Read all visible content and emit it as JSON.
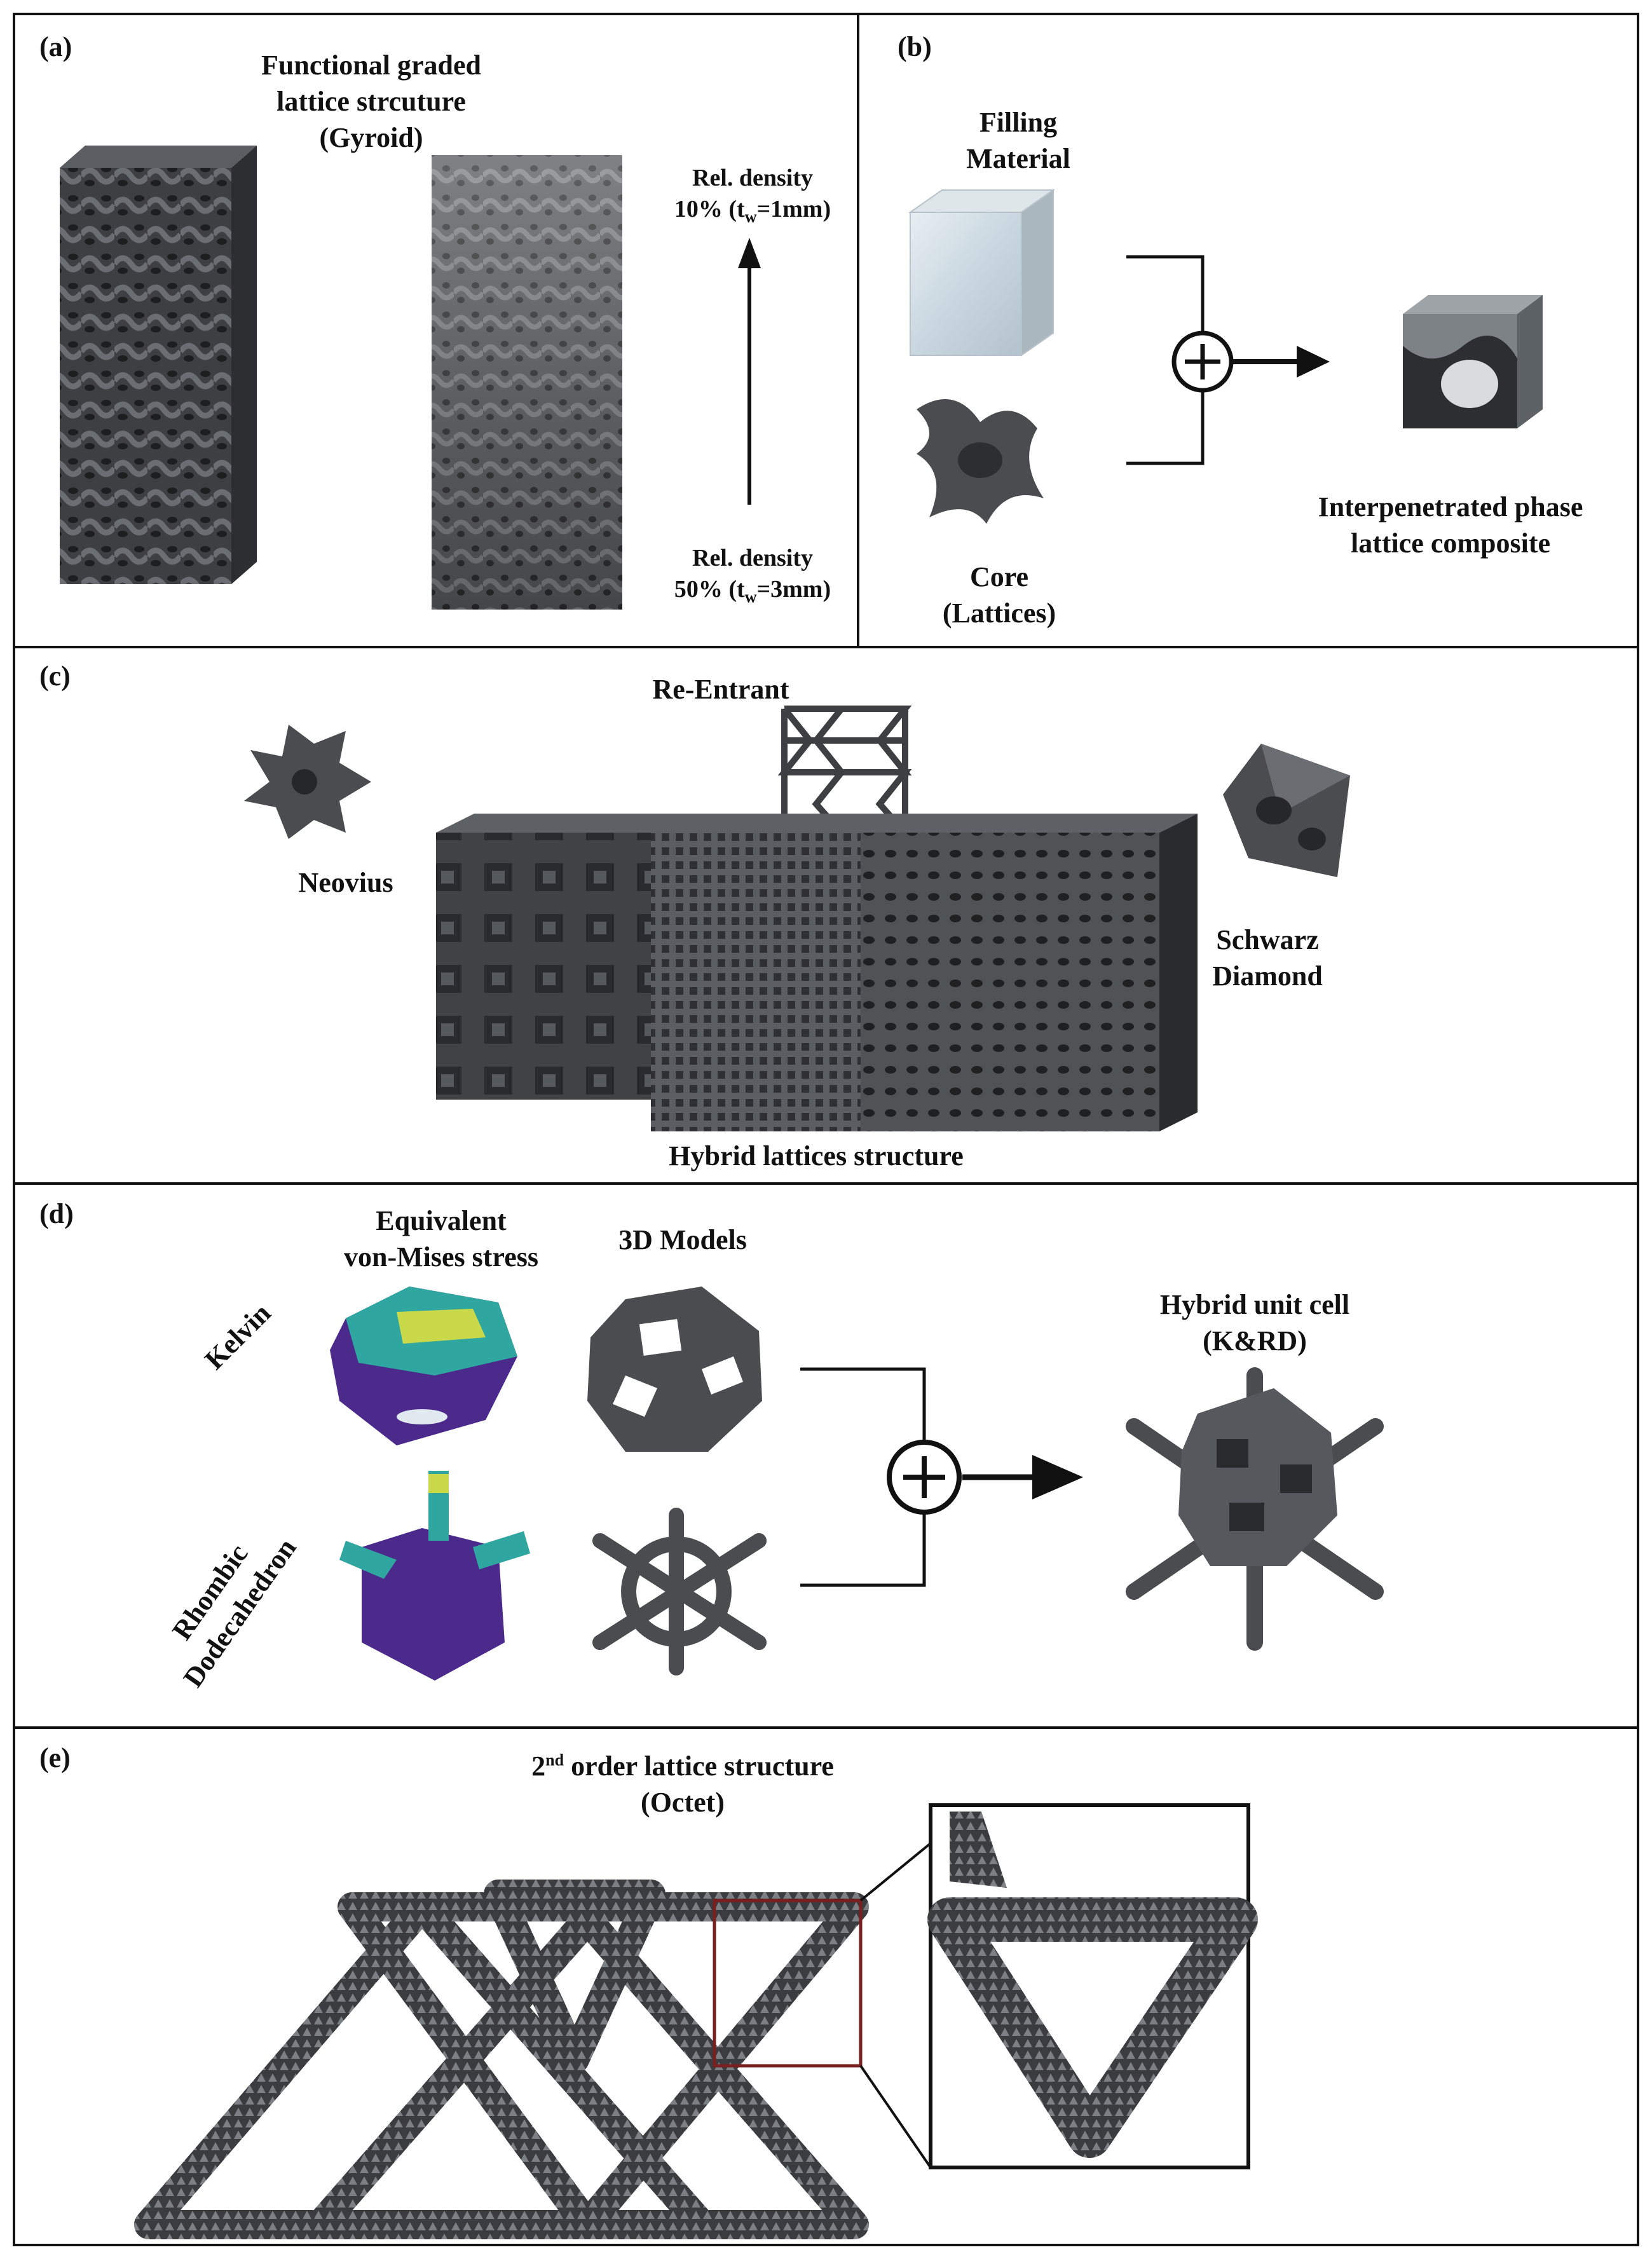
{
  "colors": {
    "lattice": "#4a4c4f",
    "lattice_dark": "#2e3033",
    "lattice_light": "#6a6d71",
    "stress_low": "#4b2a8c",
    "stress_mid": "#2fa7a0",
    "stress_high": "#c9d94a",
    "highlight_box": "#7a1f1f"
  },
  "panel_a": {
    "label": "(a)",
    "title": [
      "Functional graded",
      "lattice strcuture",
      "(Gyroid)"
    ],
    "top_density": {
      "line1": "Rel. density",
      "pre": "10% (t",
      "sub": "w",
      "post": "=1mm)"
    },
    "bottom_density": {
      "line1": "Rel. density",
      "pre": "50% (t",
      "sub": "w",
      "post": "=3mm)"
    }
  },
  "panel_b": {
    "label": "(b)",
    "filling": [
      "Filling",
      "Material"
    ],
    "core": [
      "Core",
      "(Lattices)"
    ],
    "result": [
      "Interpenetrated phase",
      "lattice composite"
    ],
    "plus_symbol": "+"
  },
  "panel_c": {
    "label": "(c)",
    "re_entrant": "Re-Entrant",
    "neovius": "Neovius",
    "schwarz": [
      "Schwarz",
      "Diamond"
    ],
    "hybrid": "Hybrid lattices structure"
  },
  "panel_d": {
    "label": "(d)",
    "stress_header": [
      "Equivalent",
      "von-Mises stress"
    ],
    "models_header": "3D Models",
    "kelvin": "Kelvin",
    "rhombic": [
      "Rhombic",
      "Dodecahedron"
    ],
    "hybrid_cell": [
      "Hybrid unit cell",
      "(K&RD)"
    ],
    "plus_symbol": "+"
  },
  "panel_e": {
    "label": "(e)",
    "title_pre": "2",
    "title_sup": "nd",
    "title_post": " order lattice structure",
    "title_line2": "(Octet)"
  }
}
